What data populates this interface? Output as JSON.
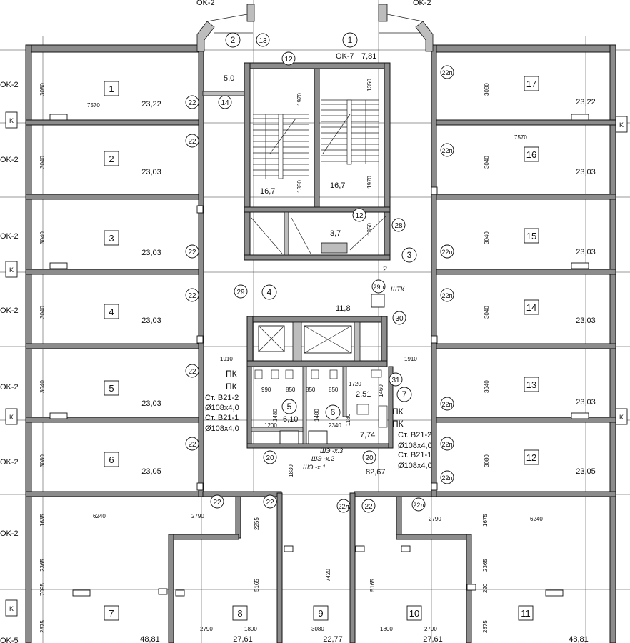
{
  "windows": {
    "top_left": "OK-2",
    "top_right": "OK-2",
    "ok7": "OK-7",
    "left": [
      "OK-2",
      "OK-2",
      "OK-2",
      "OK-2",
      "OK-2",
      "OK-2",
      "OK-2",
      "OK-5"
    ]
  },
  "lift_marker": "K",
  "sections": [
    "1",
    "2"
  ],
  "rooms": [
    {
      "no": "1",
      "area": "23,22"
    },
    {
      "no": "2",
      "area": "23,03"
    },
    {
      "no": "3",
      "area": "23,03"
    },
    {
      "no": "4",
      "area": "23,03"
    },
    {
      "no": "5",
      "area": "23,03"
    },
    {
      "no": "6",
      "area": "23,05"
    },
    {
      "no": "17",
      "area": "23,22"
    },
    {
      "no": "16",
      "area": "23,03"
    },
    {
      "no": "15",
      "area": "23,03"
    },
    {
      "no": "14",
      "area": "23,03"
    },
    {
      "no": "13",
      "area": "23,03"
    },
    {
      "no": "12",
      "area": "23,05"
    },
    {
      "no": "7",
      "area": "48,81"
    },
    {
      "no": "8",
      "area": "27,61"
    },
    {
      "no": "9",
      "area": "22,77"
    },
    {
      "no": "10",
      "area": "27,61"
    },
    {
      "no": "11",
      "area": "48,81"
    }
  ],
  "core": {
    "balcony_area": "5,0",
    "stair_area": "7,81",
    "stair_left": "16,7",
    "stair_right": "16,7",
    "vestibule_area": "3,7",
    "hall_area": "11,8",
    "wc1_area": "6,10",
    "wc2_area": "2,51",
    "wc3_area": "7,74",
    "corridor_area": "82,67",
    "space_nos": [
      "3",
      "4",
      "5",
      "6",
      "7"
    ],
    "hall_no": "2"
  },
  "markers": [
    "22",
    "22",
    "22",
    "22",
    "22",
    "22",
    "22",
    "22",
    "22",
    "22л",
    "22п",
    "22п",
    "22п",
    "22п",
    "22п",
    "22п",
    "22п",
    "22л",
    "22п",
    "13",
    "12",
    "12",
    "14",
    "28",
    "29",
    "29п",
    "30",
    "31",
    "20",
    "20"
  ],
  "fire": {
    "pk": "ПК",
    "riser_left_a": "Ст. В21-2",
    "riser_left_pipe_a": "Ø108x4,0",
    "riser_left_b": "Ст. В21-1",
    "riser_left_pipe_b": "Ø108x4,0",
    "riser_right_a": "Ст. В21-2",
    "riser_right_pipe_a": "Ø108x4,0",
    "riser_right_b": "Ст. В21-1",
    "riser_right_pipe_b": "Ø108x4,0",
    "shz1": "ШЭ -х.1",
    "shz2": "ШЭ -х.2",
    "shz3": "ШЭ -х.3",
    "shtk": "ШТК"
  },
  "dims": {
    "v3080": "3080",
    "v3040": "3040",
    "h7570": "7570",
    "h1910": "1910",
    "d1970": "1970",
    "d1350": "1350",
    "d990": "990",
    "d850": "850",
    "d1200": "1200",
    "d1480": "1480",
    "d2340": "2340",
    "d1180": "1180",
    "d1720": "1720",
    "d1460": "1460",
    "d1830": "1830",
    "d1635": "1635",
    "d1675": "1675",
    "d6240": "6240",
    "d2790": "2790",
    "d2255": "2255",
    "d2365": "2365",
    "d7095": "7095",
    "d220": "220",
    "d5165": "5165",
    "d7420": "7420",
    "d2875": "2875",
    "d1800": "1800",
    "d3080": "3080",
    "d2": "2"
  }
}
